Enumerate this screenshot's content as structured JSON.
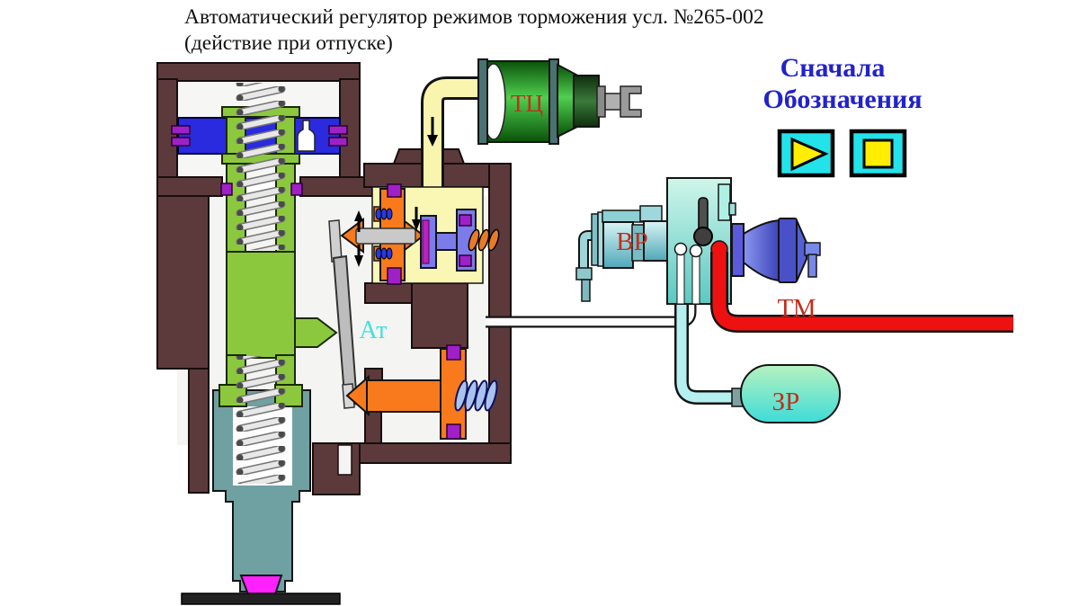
{
  "title": {
    "line1": "Автоматический регулятор режимов торможения усл. №265-002",
    "line2": "(действие при отпуске)"
  },
  "nav": {
    "link_first": "Сначала",
    "link_legend": "Обозначения",
    "buttons": [
      {
        "name": "play-button",
        "icon": "play-icon",
        "fill": "#22E2EA",
        "glyph_color": "#FFEE00"
      },
      {
        "name": "stop-button",
        "icon": "stop-icon",
        "fill": "#22E2EA",
        "glyph_color": "#FFEE00"
      }
    ]
  },
  "diagram": {
    "labels": {
      "brake_cylinder": "ТЦ",
      "atmosphere": "Ат",
      "air_distributor": "ВР",
      "brake_main": "ТМ",
      "reserve_reservoir": "ЗР"
    }
  },
  "palette": {
    "housing_brown": "#5C3A3C",
    "interior_grey": "#F4F4F2",
    "piston_green": "#8CC83E",
    "piston_blue": "#2A2ADF",
    "seal_purple": "#A020C8",
    "valve_orange": "#F87A1C",
    "chamber_yellow": "#FAF6B4",
    "valve_violet": "#7B7BEA",
    "stem_teal": "#6FA0A2",
    "tip_magenta": "#FF22FF",
    "pipe_red": "#EE1111",
    "pipe_cyan": "#B4F0F0",
    "device_teal": "#8FD0D4",
    "cylinder_green": "#2FA82F",
    "label_red": "#C22E1A",
    "label_cyan": "#3FE0E0",
    "nav_blue": "#2222CC",
    "button_cyan": "#22E2EA",
    "button_yellow": "#FFEE00"
  }
}
